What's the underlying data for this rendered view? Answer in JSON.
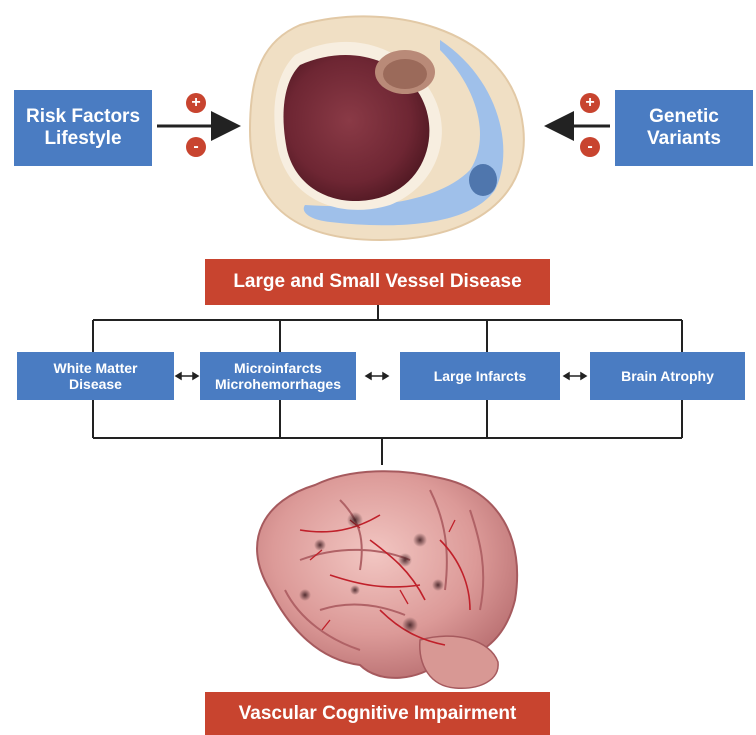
{
  "risk_box": {
    "label": "Risk Factors\nLifestyle"
  },
  "genetic_box": {
    "label": "Genetic\nVariants"
  },
  "signs": {
    "plus": "+",
    "minus": "-"
  },
  "vessel_disease": {
    "label": "Large and Small Vessel Disease"
  },
  "manifestations": [
    {
      "label": "White Matter\nDisease"
    },
    {
      "label": "Microinfarcts\nMicrohemorrhages"
    },
    {
      "label": "Large Infarcts"
    },
    {
      "label": "Brain Atrophy"
    }
  ],
  "outcome": {
    "label": "Vascular Cognitive Impairment"
  },
  "colors": {
    "box_blue": "#4a7cc2",
    "box_red": "#c8442f",
    "line": "#222222"
  }
}
